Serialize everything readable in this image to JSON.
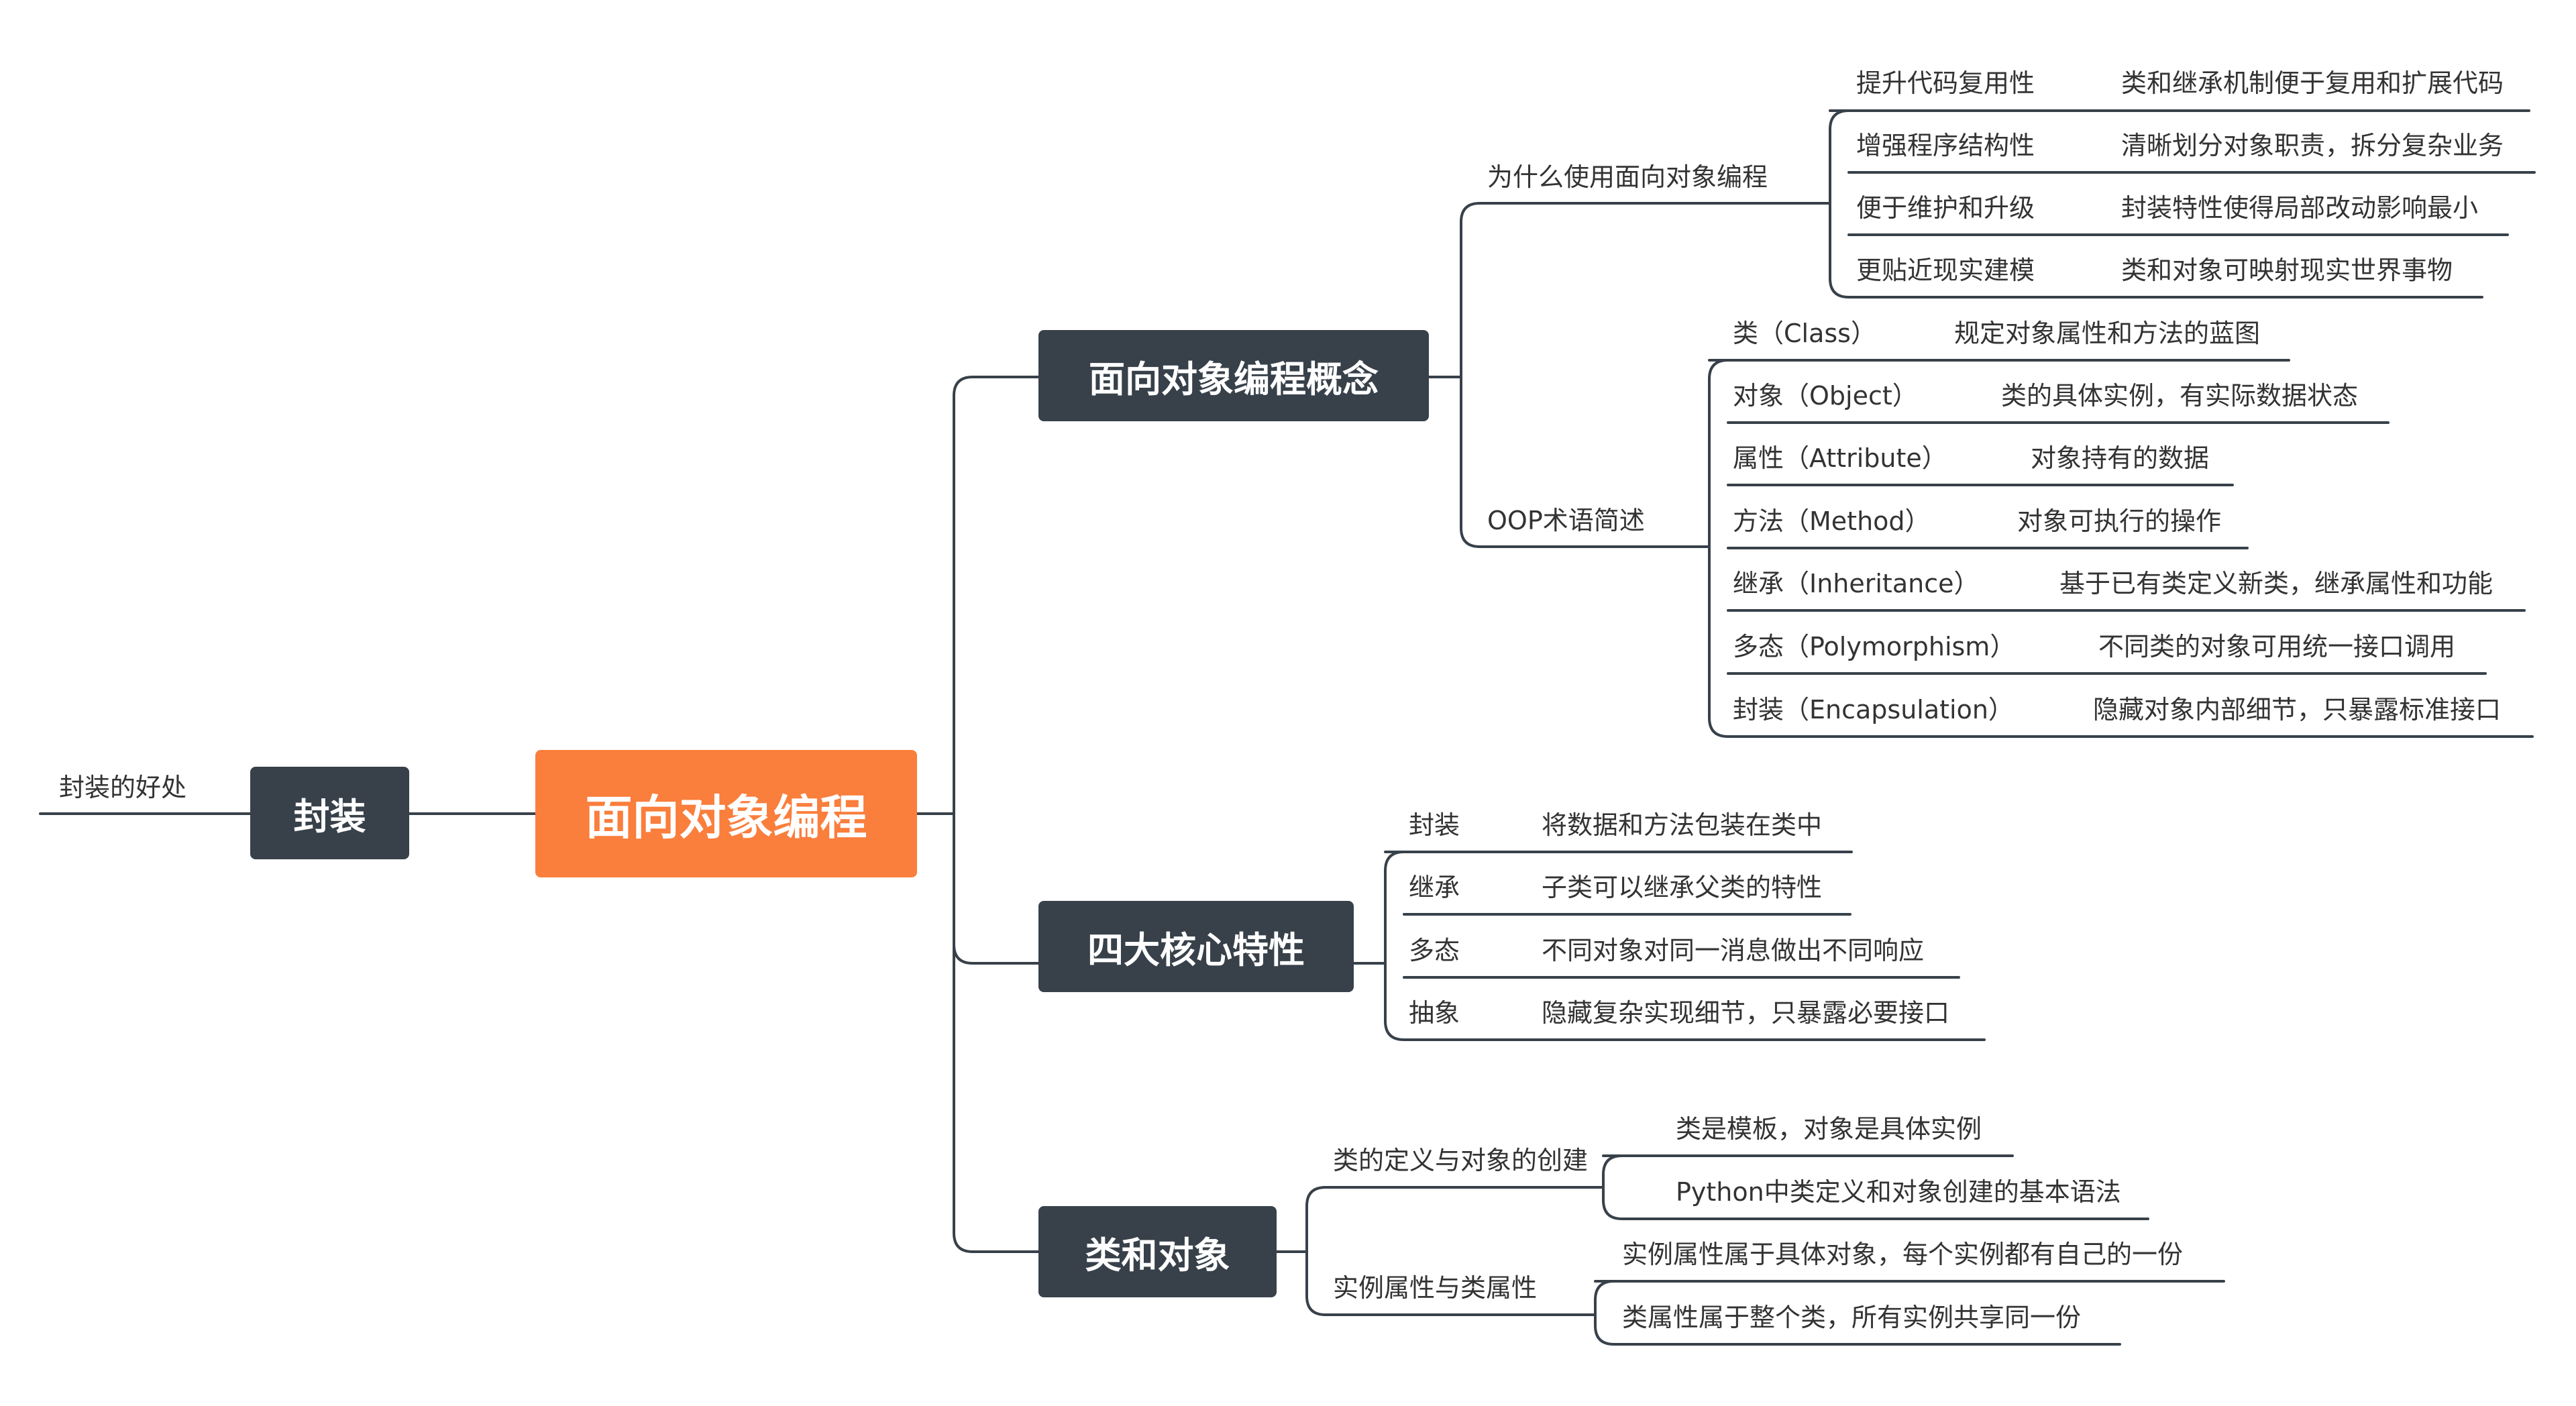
{
  "colors": {
    "root_fill": "#fa7e3c",
    "main_fill": "#38414a",
    "line": "#38414a",
    "text": "#333333",
    "background": "#ffffff"
  },
  "root": "面向对象编程",
  "left": {
    "topic": "封装",
    "child": "封装的好处"
  },
  "branches": {
    "concept": {
      "title": "面向对象编程概念",
      "why": {
        "label": "为什么使用面向对象编程",
        "items": [
          {
            "name": "提升代码复用性",
            "desc": "类和继承机制便于复用和扩展代码"
          },
          {
            "name": "增强程序结构性",
            "desc": "清晰划分对象职责，拆分复杂业务"
          },
          {
            "name": "便于维护和升级",
            "desc": "封装特性使得局部改动影响最小"
          },
          {
            "name": "更贴近现实建模",
            "desc": "类和对象可映射现实世界事物"
          }
        ]
      },
      "terms": {
        "label": "OOP术语简述",
        "items": [
          {
            "name": "类（Class）",
            "desc": "规定对象属性和方法的蓝图"
          },
          {
            "name": "对象（Object）",
            "desc": "类的具体实例，有实际数据状态"
          },
          {
            "name": "属性（Attribute）",
            "desc": "对象持有的数据"
          },
          {
            "name": "方法（Method）",
            "desc": "对象可执行的操作"
          },
          {
            "name": "继承（Inheritance）",
            "desc": "基于已有类定义新类，继承属性和功能"
          },
          {
            "name": "多态（Polymorphism）",
            "desc": "不同类的对象可用统一接口调用"
          },
          {
            "name": "封装（Encapsulation）",
            "desc": "隐藏对象内部细节，只暴露标准接口"
          }
        ]
      }
    },
    "features": {
      "title": "四大核心特性",
      "items": [
        {
          "name": "封装",
          "desc": "将数据和方法包装在类中"
        },
        {
          "name": "继承",
          "desc": "子类可以继承父类的特性"
        },
        {
          "name": "多态",
          "desc": "不同对象对同一消息做出不同响应"
        },
        {
          "name": "抽象",
          "desc": "隐藏复杂实现细节，只暴露必要接口"
        }
      ]
    },
    "classes": {
      "title": "类和对象",
      "definition": {
        "label": "类的定义与对象的创建",
        "items": [
          "类是模板，对象是具体实例",
          "Python中类定义和对象创建的基本语法"
        ]
      },
      "attributes": {
        "label": "实例属性与类属性",
        "items": [
          "实例属性属于具体对象，每个实例都有自己的一份",
          "类属性属于整个类，所有实例共享同一份"
        ]
      }
    }
  }
}
